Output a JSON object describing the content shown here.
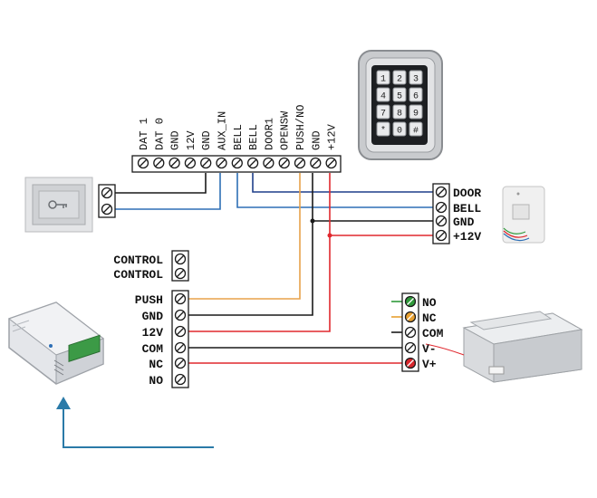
{
  "controller_terminals": [
    "DAT 1",
    "DAT 0",
    "GND",
    "12V",
    "GND",
    "AUX_IN",
    "BELL",
    "BELL",
    "DOOR1",
    "OPENSW",
    "PUSH/NO",
    "GND",
    "+12V"
  ],
  "doorbell_terminals": [
    "DOOR",
    "BELL",
    "GND",
    "+12V"
  ],
  "power_supply_terminals": [
    "CONTROL",
    "CONTROL",
    "PUSH",
    "GND",
    "12V",
    "COM",
    "NC",
    "NO"
  ],
  "lock_terminals": [
    "NO",
    "NC",
    "COM",
    "V-",
    "V+"
  ],
  "keypad_keys": [
    "1",
    "2",
    "3",
    "4",
    "5",
    "6",
    "7",
    "8",
    "9",
    "*",
    "0",
    "#"
  ],
  "colors": {
    "wire_blue": "#2e6fb5",
    "wire_dark_blue": "#1f3f8a",
    "wire_orange": "#e8a24a",
    "wire_black": "#1a1a1a",
    "wire_red": "#e0282e",
    "arrow_blue": "#2a7aa8",
    "lock_no_green": "#2f9a3a",
    "lock_nc_orange": "#e8a030",
    "lock_vplus_red": "#d8262c"
  }
}
